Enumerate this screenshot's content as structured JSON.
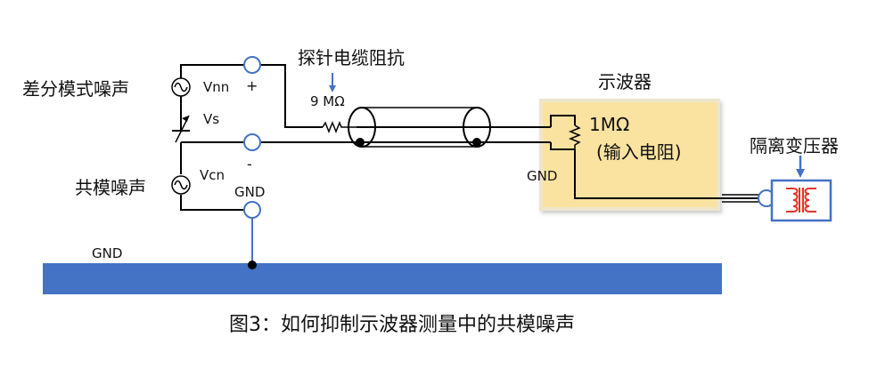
{
  "labels": {
    "differential_noise": "差分模式噪声",
    "common_noise": "共模噪声",
    "vnn": "Vnn",
    "plus": "+",
    "vs": "Vs",
    "minus": "-",
    "vcn": "Vcn",
    "gnd_source": "GND",
    "gnd_ground": "GND",
    "gnd_scope": "GND",
    "probe_impedance": "探针电缆阻抗",
    "probe_resistor": "9 MΩ",
    "oscilloscope": "示波器",
    "input_resistor_value": "1MΩ",
    "input_resistor_desc": "(输入电阻)",
    "isolation_transformer": "隔离变压器",
    "caption": "图3：如何抑制示波器测量中的共模噪声"
  },
  "colors": {
    "ground_plane": "#4472C4",
    "terminal": "#4472C4",
    "arrow": "#4472C4",
    "scope_fill": "#FAE3A0",
    "scope_border": "#EEE6C8",
    "transformer_border": "#4472C4",
    "transformer_coil": "#E8312A",
    "wire": "#000000"
  }
}
